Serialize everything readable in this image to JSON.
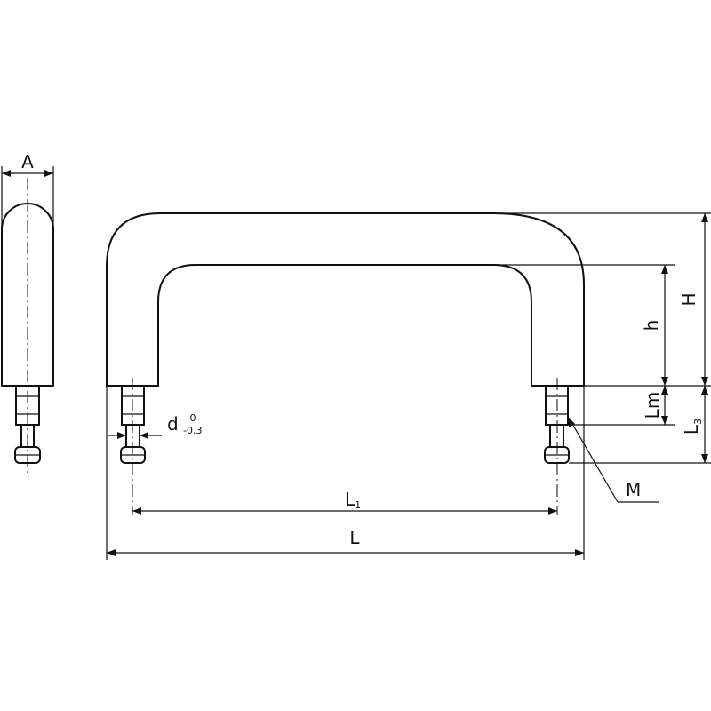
{
  "labels": {
    "A": "A",
    "H": "H",
    "h": "h",
    "Lm": "Lm",
    "L3_main": "L",
    "L3_sub": "3",
    "M": "M",
    "L1_main": "L",
    "L1_sub": "1",
    "L": "L",
    "d": "d",
    "tol_upper": "0",
    "tol_lower": "-0.3"
  }
}
